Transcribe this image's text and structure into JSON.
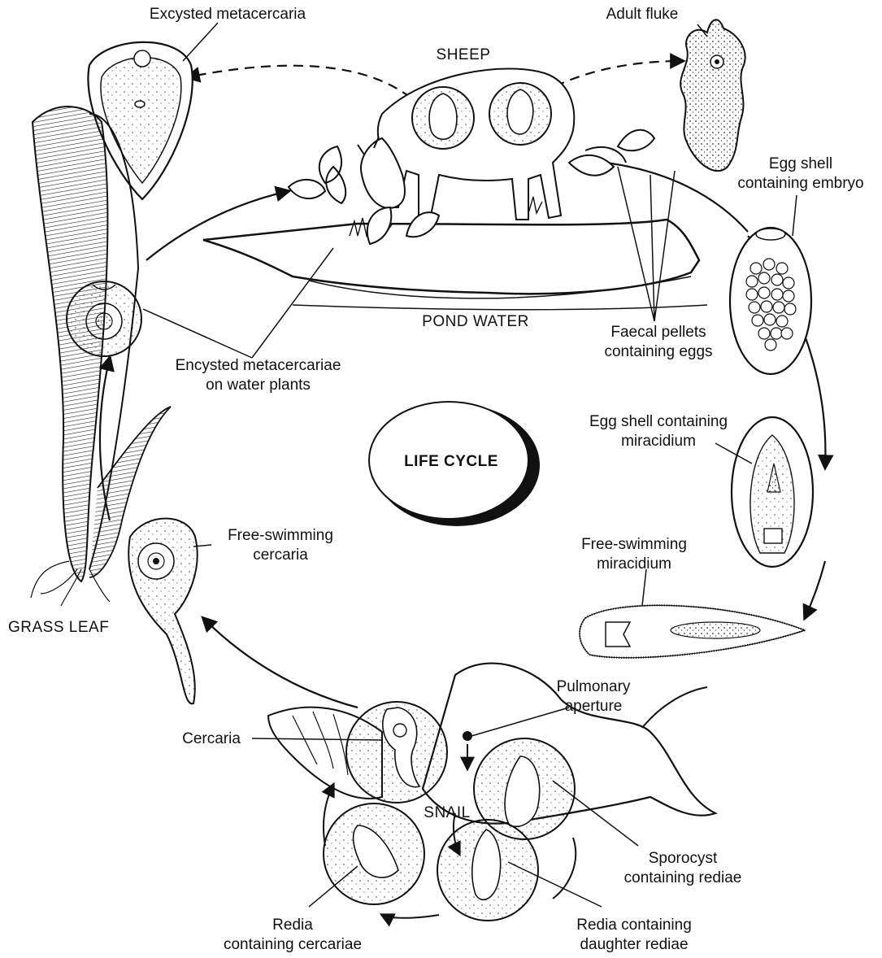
{
  "diagram": {
    "center_title": "LIFE CYCLE",
    "labels": {
      "excysted_metacercaria": "Excysted metacercaria",
      "sheep": "SHEEP",
      "adult_fluke": "Adult fluke",
      "egg_shell_embryo": "Egg shell\ncontaining embryo",
      "pond_water": "POND WATER",
      "faecal_pellets": "Faecal pellets\ncontaining eggs",
      "encysted_metacercariae": "Encysted metacercariae\non water plants",
      "egg_shell_miracidium": "Egg shell containing\nmiracidium",
      "free_swimming_cercaria": "Free-swimming\ncercaria",
      "free_swimming_miracidium": "Free-swimming\nmiracidium",
      "grass_leaf": "GRASS LEAF",
      "pulmonary_aperture": "Pulmonary\naperture",
      "cercaria": "Cercaria",
      "snail": "SNAIL",
      "sporocyst": "Sporocyst\ncontaining rediae",
      "redia_cercariae": "Redia\ncontaining cercariae",
      "redia_daughter": "Redia containing\ndaughter rediae"
    }
  }
}
